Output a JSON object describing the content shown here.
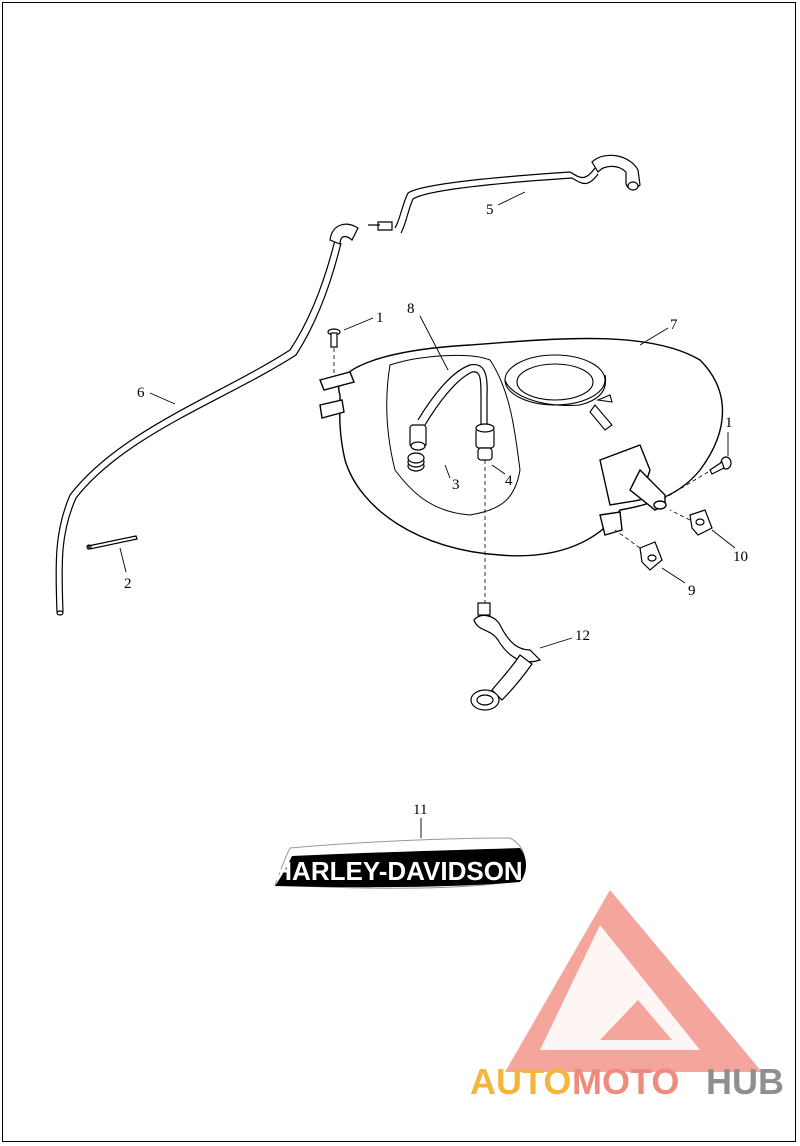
{
  "diagram": {
    "callouts": [
      {
        "id": "c1a",
        "text": "1"
      },
      {
        "id": "c1b",
        "text": "1"
      },
      {
        "id": "c2",
        "text": "2"
      },
      {
        "id": "c3",
        "text": "3"
      },
      {
        "id": "c4",
        "text": "4"
      },
      {
        "id": "c5",
        "text": "5"
      },
      {
        "id": "c6",
        "text": "6"
      },
      {
        "id": "c7",
        "text": "7"
      },
      {
        "id": "c8",
        "text": "8"
      },
      {
        "id": "c9",
        "text": "9"
      },
      {
        "id": "c10",
        "text": "10"
      },
      {
        "id": "c11",
        "text": "11"
      },
      {
        "id": "c12",
        "text": "12"
      }
    ],
    "emblem_text": "HARLEY-DAVIDSON"
  },
  "watermark": {
    "part1": "AUTO",
    "part2": "MOTO",
    "part3": "HUB",
    "colors": {
      "auto": "#f5b43c",
      "moto": "#f08a7a",
      "hub": "#8f8f8f",
      "logo": "#f2968c"
    }
  }
}
